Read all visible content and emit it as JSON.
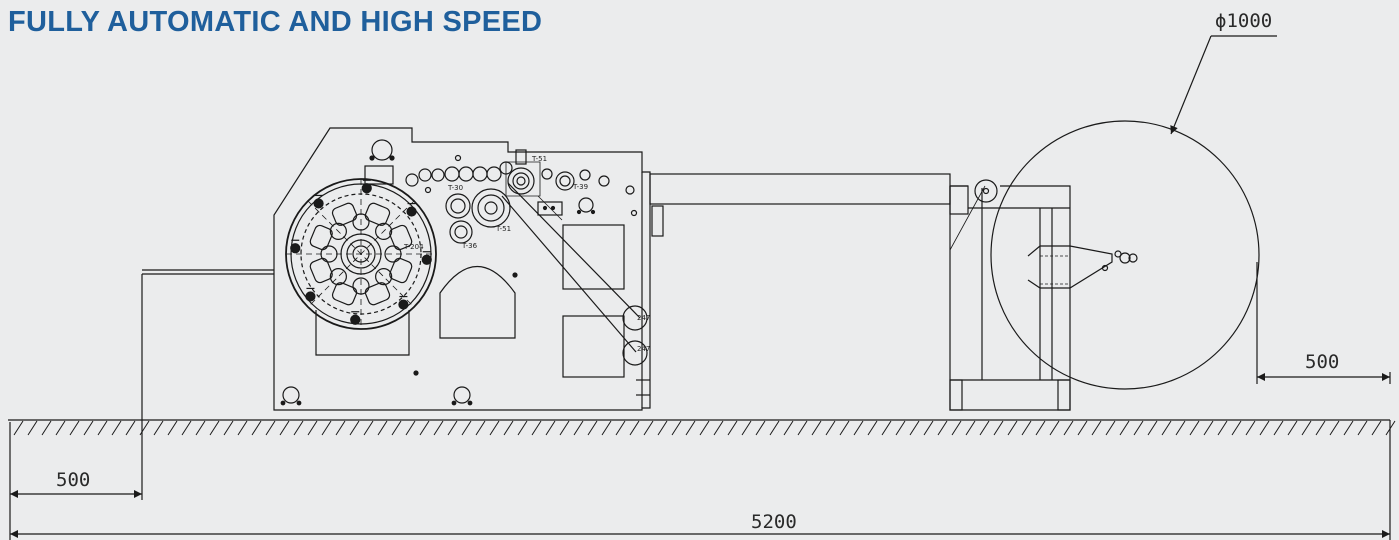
{
  "title": "FULLY AUTOMATIC AND HIGH SPEED",
  "dimensions": {
    "roll_diameter": "ϕ1000",
    "right_clearance": "500",
    "left_clearance": "500",
    "overall_length": "5200"
  },
  "part_tags": {
    "t51_top": "T-51",
    "t30": "T-30",
    "t39": "T-39",
    "t51_mid": "T-51",
    "t36": "T-36",
    "t204": "T-204",
    "t247_a": "247",
    "t247_b": "247"
  },
  "colors": {
    "title": "#1f5f9c",
    "background": "#ebeced",
    "line": "#1a1a1a"
  }
}
